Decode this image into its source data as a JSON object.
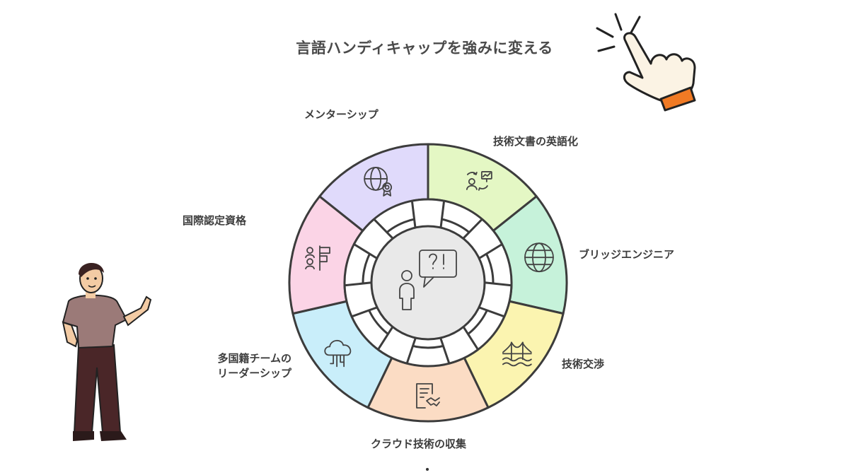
{
  "title": "言語ハンディキャップを強みに変える",
  "center": {
    "icon": "question-exclamation-person-icon"
  },
  "segments": [
    {
      "label": "メンターシップ",
      "icon": "mentorship-chart-icon",
      "color": "#e4f7c4"
    },
    {
      "label": "技術文書の英語化",
      "icon": "globe-icon",
      "color": "#c6f2da"
    },
    {
      "label": "ブリッジエンジニア",
      "icon": "bridge-icon",
      "color": "#fbf4b0"
    },
    {
      "label": "技術交渉",
      "icon": "contract-handshake-icon",
      "color": "#fbdcc4"
    },
    {
      "label": "クラウド技術の収集",
      "icon": "cloud-network-icon",
      "color": "#c9eefa"
    },
    {
      "label": "多国籍チームの",
      "label2": "リーダーシップ",
      "icon": "team-flag-icon",
      "color": "#fbd4e6"
    },
    {
      "label": "国際認定資格",
      "icon": "globe-certificate-icon",
      "color": "#e0dafb"
    }
  ]
}
